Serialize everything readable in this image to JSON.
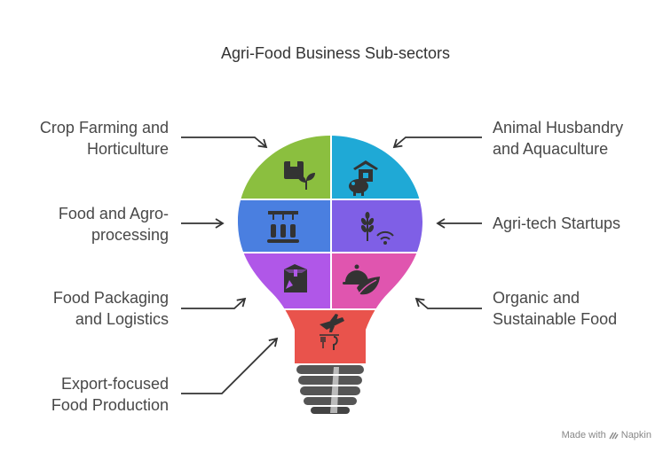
{
  "title": "Agri-Food Business Sub-sectors",
  "sectors": [
    {
      "id": "crop",
      "lines": [
        "Crop Farming and",
        "Horticulture"
      ],
      "color": "#8BBF3F",
      "icon": "box-seedling-icon"
    },
    {
      "id": "animal",
      "lines": [
        "Animal Husbandry",
        "and Aquaculture"
      ],
      "color": "#1FA9D6",
      "icon": "farm-animal-icon"
    },
    {
      "id": "food",
      "lines": [
        "Food and Agro-",
        "processing"
      ],
      "color": "#4A7FE0",
      "icon": "bottling-line-icon"
    },
    {
      "id": "agritech",
      "lines": [
        "Agri-tech Startups"
      ],
      "color": "#7F5FE6",
      "icon": "wheat-wifi-icon"
    },
    {
      "id": "packaging",
      "lines": [
        "Food Packaging",
        "and Logistics"
      ],
      "color": "#B057E8",
      "icon": "package-box-icon"
    },
    {
      "id": "organic",
      "lines": [
        "Organic and",
        "Sustainable Food"
      ],
      "color": "#E055AF",
      "icon": "cloche-leaf-icon"
    },
    {
      "id": "export",
      "lines": [
        "Export-focused",
        "Food Production"
      ],
      "color": "#E9534C",
      "icon": "plane-cutlery-icon"
    }
  ],
  "colors": {
    "base": "#555555",
    "base_dark": "#444444",
    "arrow": "#333333",
    "icon": "#333333"
  },
  "credit": {
    "prefix": "Made with",
    "brand": "Napkin"
  }
}
